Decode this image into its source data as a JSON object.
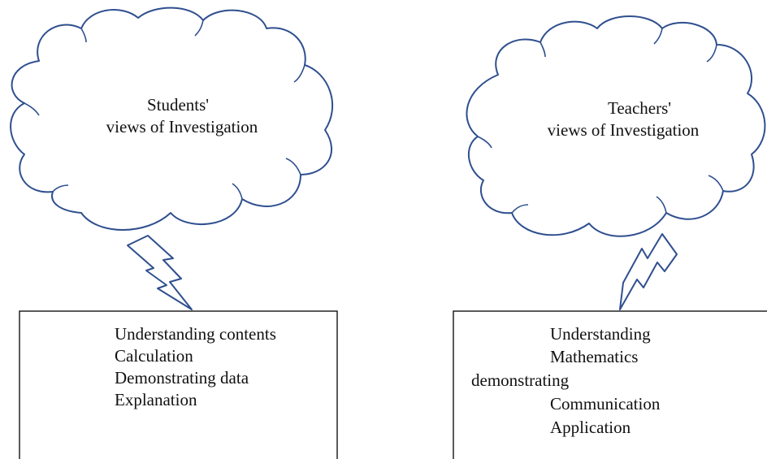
{
  "left_panel": {
    "cloud": {
      "line1": "Students'",
      "line2": "views of Investigation"
    },
    "box": {
      "items": [
        "Understanding contents",
        "Calculation",
        "Demonstrating data",
        "Explanation"
      ]
    }
  },
  "right_panel": {
    "cloud": {
      "line1": "Teachers'",
      "line2": "views of Investigation"
    },
    "box": {
      "items": [
        "Understanding",
        "Mathematics",
        "demonstrating",
        "Communication",
        "Application"
      ]
    }
  },
  "colors": {
    "cloud_stroke": "#2f4f8f",
    "box_stroke": "#000000"
  }
}
